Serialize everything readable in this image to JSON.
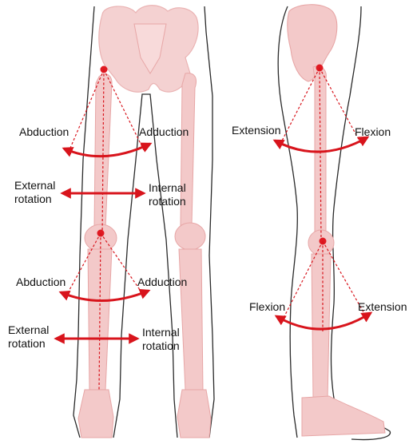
{
  "colors": {
    "bone": "#f3c9c9",
    "bone_stroke": "#e7a6a6",
    "outline": "#2a2a2a",
    "arrow": "#d8141c",
    "joint": "#e01a22",
    "text": "#111111"
  },
  "front_view": {
    "hip": {
      "left_label": "Abduction",
      "right_label": "Adduction",
      "lower_left_label": [
        "External",
        "rotation"
      ],
      "lower_right_label": [
        "Internal",
        "rotation"
      ]
    },
    "knee": {
      "left_label": "Abduction",
      "right_label": "Adduction",
      "lower_left_label": [
        "External",
        "rotation"
      ],
      "lower_right_label": [
        "Internal",
        "rotation"
      ]
    }
  },
  "side_view": {
    "hip": {
      "left_label": "Extension",
      "right_label": "Flexion"
    },
    "knee": {
      "left_label": "Flexion",
      "right_label": "Extension"
    }
  }
}
